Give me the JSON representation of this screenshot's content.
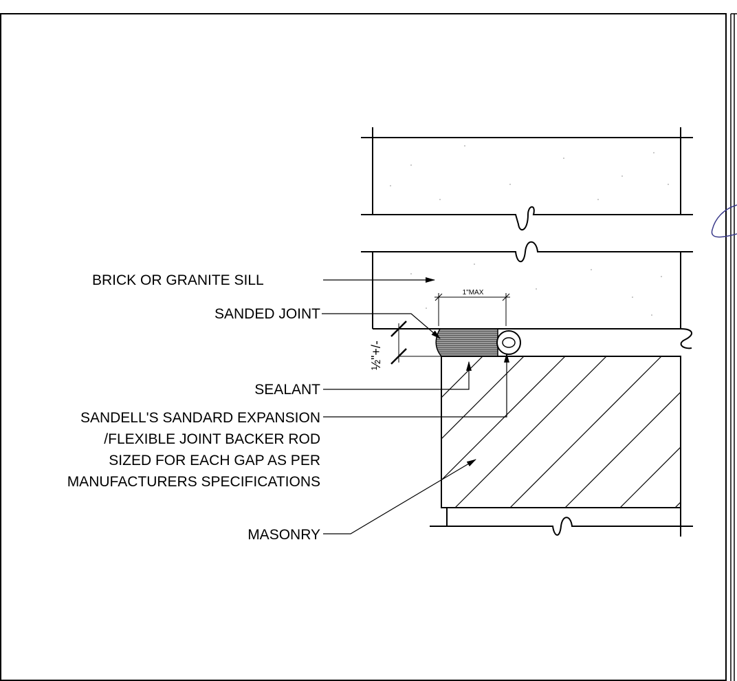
{
  "labels": {
    "sill": "BRICK OR GRANITE SILL",
    "sanded_joint": "SANDED JOINT",
    "sealant": "SEALANT",
    "backer_rod_line1": "SANDELL'S SANDARD EXPANSION",
    "backer_rod_line2": "/FLEXIBLE JOINT BACKER ROD",
    "backer_rod_line3": "SIZED FOR EACH GAP AS PER",
    "backer_rod_line4": "MANUFACTURERS SPECIFICATIONS",
    "masonry": "MASONRY"
  },
  "dimensions": {
    "max_width": "1\"MAX",
    "gap_height": "½\"+/-"
  }
}
